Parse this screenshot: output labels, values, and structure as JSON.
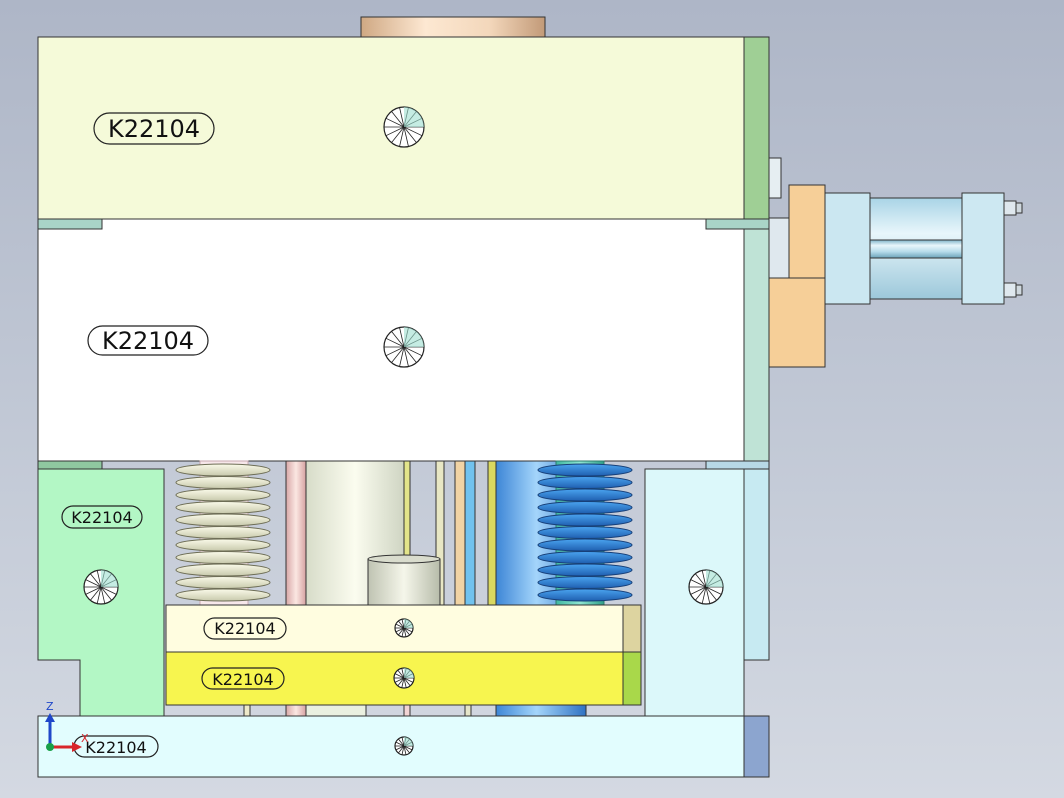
{
  "part_labels": [
    "K22104",
    "K22104",
    "K22104",
    "K22104",
    "K22104",
    "K22104"
  ],
  "triad": {
    "z_label": "Z",
    "x_label": "X",
    "x_color": "#d8262b",
    "z_color": "#1f47c9",
    "origin_color": "#18a048"
  },
  "colors": {
    "background_top": "#aeb6c7",
    "background_bottom": "#d4d9e2",
    "top_plate": "#f5fad9",
    "middle_plate": "#ffffff",
    "left_block": "#b3f7c5",
    "right_block": "#dcf8fa",
    "stripper_plate": "#fffde0",
    "ejector_plate": "#f7f54f",
    "base_plate": "#e2fdfe",
    "cylinder_body": "#c6e6ef",
    "cylinder_mount": "#f6cf98",
    "side_bar_green": "#9fcf95",
    "side_bar_blue": "#8ca5cf"
  }
}
